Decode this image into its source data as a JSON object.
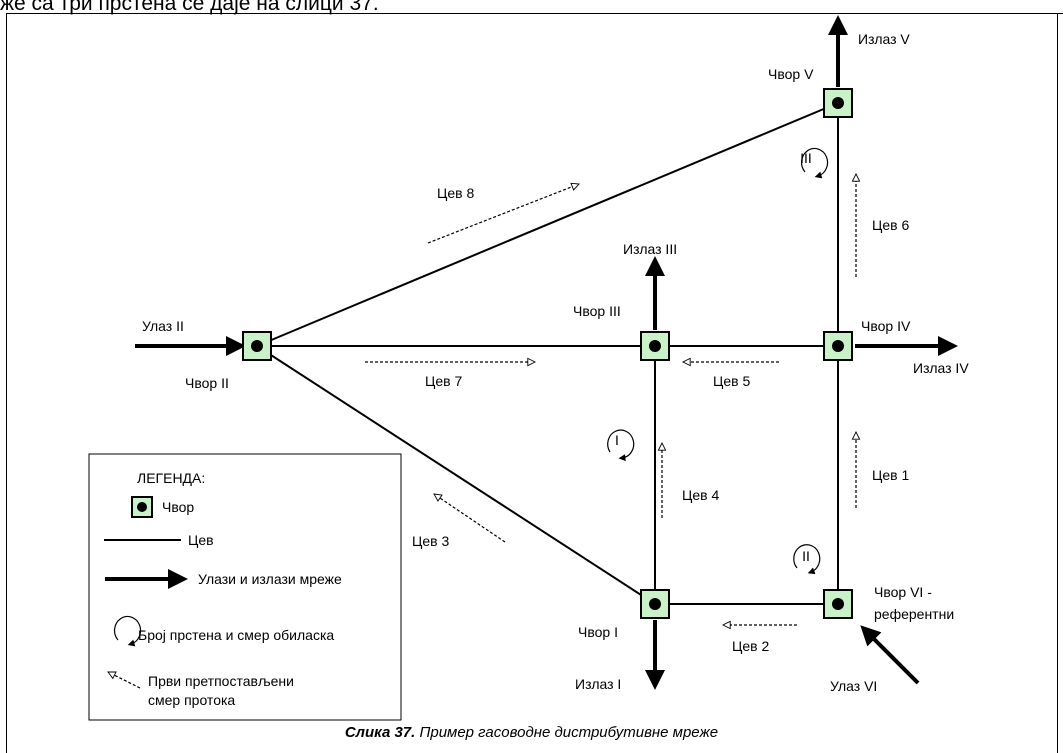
{
  "top_text": "же са три прстена се даје на слици 37.",
  "nodes": {
    "n1": "Чвор I",
    "n2": "Чвор II",
    "n3": "Чвор III",
    "n4": "Чвор IV",
    "n5": "Чвор V",
    "n6_line1": "Чвор VI -",
    "n6_line2": "референтни"
  },
  "pipes": {
    "p1": "Цев 1",
    "p2": "Цев 2",
    "p3": "Цев 3",
    "p4": "Цев 4",
    "p5": "Цев 5",
    "p6": "Цев 6",
    "p7": "Цев 7",
    "p8": "Цев 8"
  },
  "io": {
    "in2": "Улаз II",
    "in6": "Улаз VI",
    "out1": "Излаз I",
    "out3": "Излаз III",
    "out4": "Излаз IV",
    "out5": "Излаз V"
  },
  "rings": {
    "r1": "I",
    "r2": "II",
    "r3": "III"
  },
  "legend": {
    "title": "ЛЕГЕНДА:",
    "node": "Чвор",
    "pipe": "Цев",
    "io": "Улази и излази мреже",
    "ring": "Број прстена и смер обиласка",
    "flow_line1": "Први претпостављени",
    "flow_line2": "смер протока"
  },
  "caption": {
    "label": "Слика 37.",
    "text": " Пример гасоводне дистрибутивне мреже"
  },
  "colors": {
    "node_fill": "#c9f2c9",
    "line": "#000000"
  }
}
